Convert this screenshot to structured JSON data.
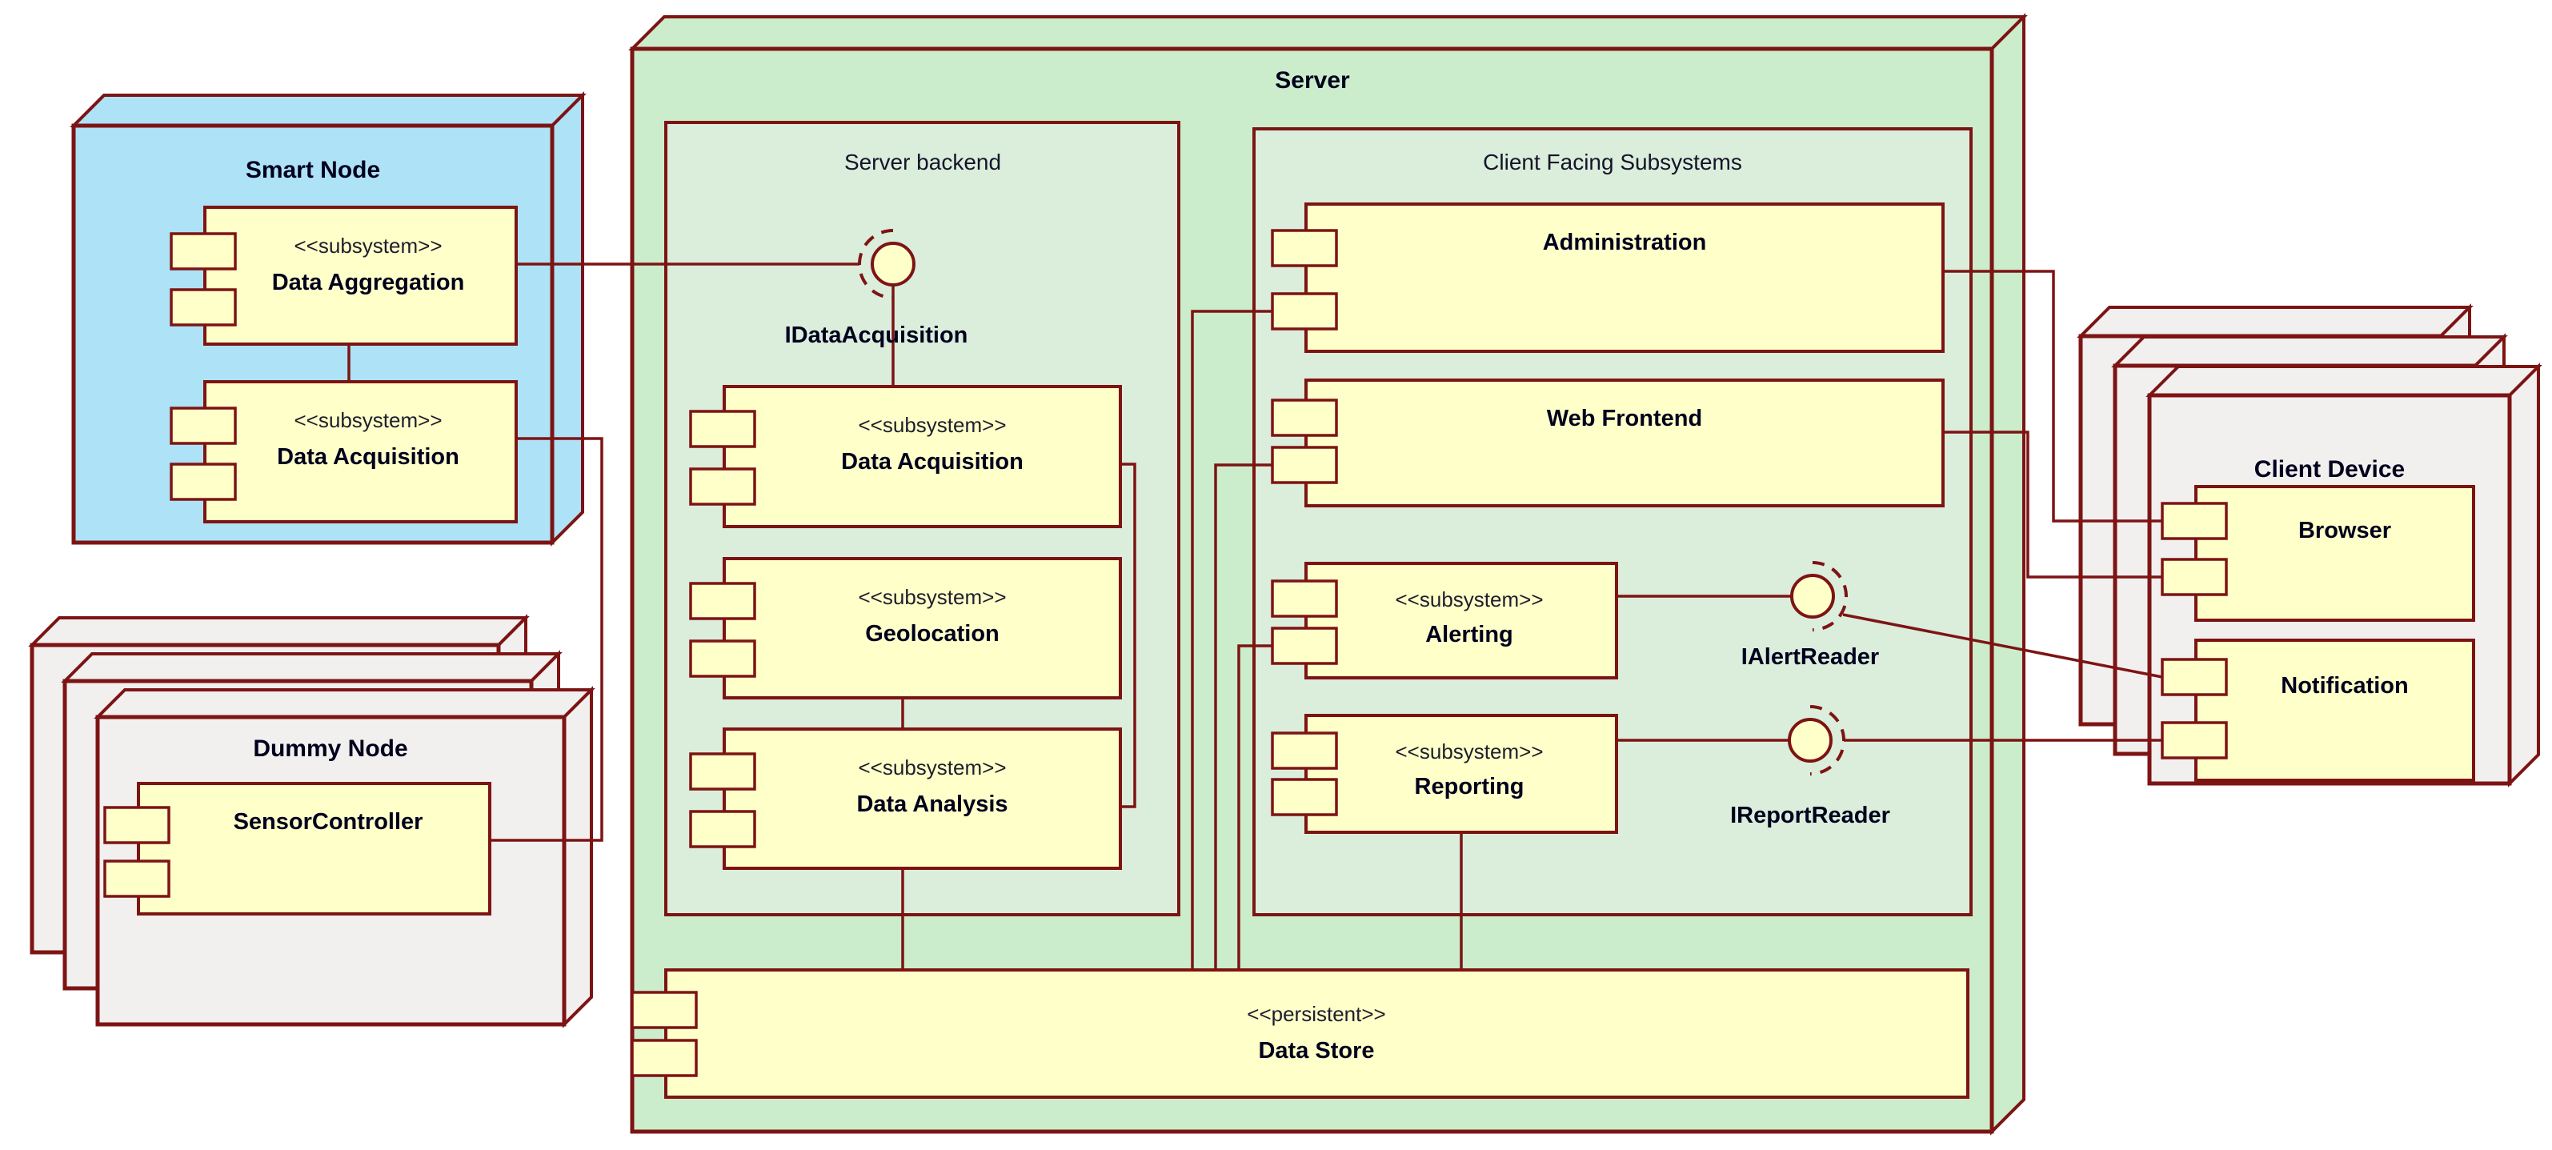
{
  "smart_node": {
    "title": "Smart Node",
    "components": [
      {
        "stereotype": "<<subsystem>>",
        "name": "Data Aggregation"
      },
      {
        "stereotype": "<<subsystem>>",
        "name": "Data Acquisition"
      }
    ]
  },
  "dummy_node": {
    "title": "Dummy Node",
    "component": {
      "name": "SensorController"
    }
  },
  "server": {
    "title": "Server",
    "backend": {
      "title": "Server backend",
      "components": [
        {
          "stereotype": "<<subsystem>>",
          "name": "Data Acquisition"
        },
        {
          "stereotype": "<<subsystem>>",
          "name": "Geolocation"
        },
        {
          "stereotype": "<<subsystem>>",
          "name": "Data Analysis"
        }
      ]
    },
    "client_facing": {
      "title": "Client Facing Subsystems",
      "components": [
        {
          "name": "Administration"
        },
        {
          "name": "Web Frontend"
        },
        {
          "stereotype": "<<subsystem>>",
          "name": "Alerting"
        },
        {
          "stereotype": "<<subsystem>>",
          "name": "Reporting"
        }
      ]
    },
    "data_store": {
      "stereotype": "<<persistent>>",
      "name": "Data Store"
    }
  },
  "client_device": {
    "title": "Client Device",
    "components": [
      {
        "name": "Browser"
      },
      {
        "name": "Notification"
      }
    ]
  },
  "interfaces": {
    "data_acquisition": {
      "name": "IDataAcquisition"
    },
    "alert_reader": {
      "name": "IAlertReader"
    },
    "report_reader": {
      "name": "IReportReader"
    }
  },
  "colors": {
    "line": "#7D1414",
    "node_blue": "#AEE2F7",
    "node_grey": "#F1F0EF",
    "server_green": "#CBEDCB",
    "subsystem_green": "#DBEDDB",
    "component_yellow": "#FFFFC9",
    "text": "#00001E"
  }
}
